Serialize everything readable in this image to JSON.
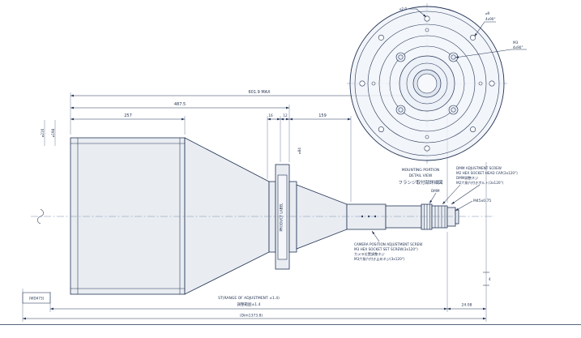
{
  "front_view": {
    "callout_pin_hole": "⌀2.0",
    "callout_bolt_holes_dia": "⌀9",
    "callout_bolt_holes_pattern": "4x90°",
    "callout_screws_thread": "M3",
    "callout_screws_pattern": "4x90°",
    "label_line1": "MOUNTING PORTION",
    "label_line2": "DETAIL VIEW",
    "label_line3": "フランジ取付部詳細図"
  },
  "side_view": {
    "product_label": "PRODUCT LABEL"
  },
  "dims": {
    "overall": "601.9 MAX",
    "to_flange_rear": "487.5",
    "body_length": "257",
    "flange_front": "16",
    "flange_thickness": "12",
    "rear_section": "159",
    "body_dia_outer": "⌀216",
    "body_dia_inner": "⌀198",
    "flange_dia": "⌀84",
    "tip_step": "4",
    "tip_length": "24.08",
    "working_distance": "(WD473)",
    "total_length": "(Dim1373.8)",
    "adjust_range_en": "ST(RANGE OF ADJUSTMENT ±1.4)",
    "adjust_range_jp": "調整範囲±1.4"
  },
  "annotations": {
    "dmm_label": "DMM",
    "thread_callout": "M45x0.75",
    "dmm_screw": [
      "DMM ADJUSTMENT SCREW",
      "M2 HEX SOCKET HEAD CAP(3x120°)",
      "DMM調整ネジ",
      "M2六角穴付きボルト(3x120°)"
    ],
    "camera_screw": [
      "CAMERA POSITION ADJUSTMENT SCREW",
      "M3 HEX SOCKET SET SCREW(3x120°)",
      "カメラ位置調整ネジ",
      "M3六角穴付き止めネジ(3x120°)"
    ]
  }
}
